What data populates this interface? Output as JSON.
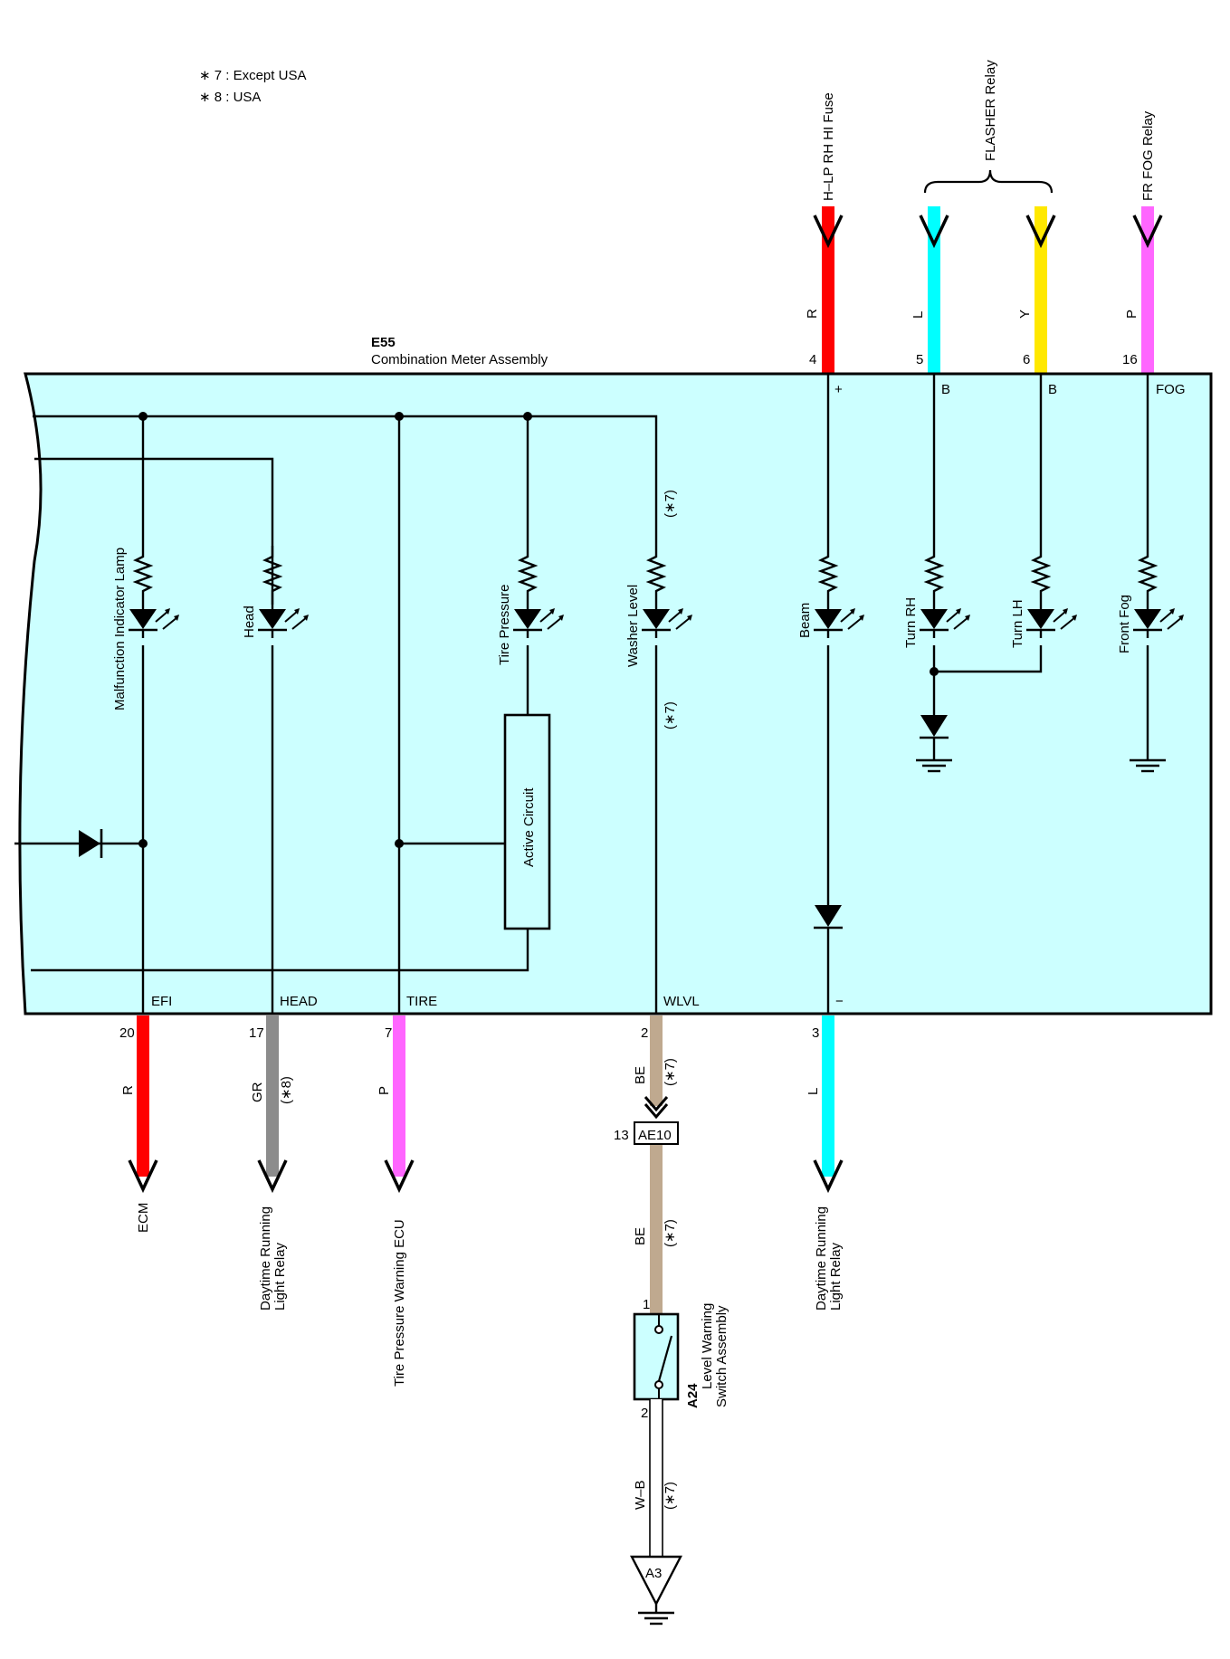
{
  "notes": [
    "∗ 7 : Except USA",
    "∗ 8 : USA"
  ],
  "meter": {
    "id": "E55",
    "name": "Combination Meter Assembly",
    "fill_color": "#CCFFFF",
    "lamps": {
      "malfunction": "Malfunction Indicator Lamp",
      "head": "Head",
      "tire": "Tire Pressure",
      "washer": "Washer Level",
      "beam": "Beam",
      "turn_rh": "Turn RH",
      "turn_lh": "Turn LH",
      "front_fog": "Front Fog"
    },
    "active_circuit": "Active Circuit",
    "top_pins": [
      {
        "num": "4",
        "name": "+"
      },
      {
        "num": "5",
        "name": "B"
      },
      {
        "num": "6",
        "name": "B"
      },
      {
        "num": "16",
        "name": "FOG"
      }
    ],
    "bottom_pins": [
      {
        "num": "20",
        "name": "EFI"
      },
      {
        "num": "17",
        "name": "HEAD"
      },
      {
        "num": "7",
        "name": "TIRE"
      },
      {
        "num": "2",
        "name": "WLVL"
      },
      {
        "num": "3",
        "name": "−"
      }
    ],
    "note_washer_top": "(∗7)",
    "note_washer_mid": "(∗7)"
  },
  "top_wires": [
    {
      "color_code": "R",
      "color": "#FF0000",
      "dest": "H–LP RH HI Fuse"
    },
    {
      "color_code": "L",
      "color": "#00FFFF"
    },
    {
      "color_code": "Y",
      "color": "#FFE800"
    },
    {
      "color_code": "P",
      "color": "#FF66FF",
      "dest": "FR FOG Relay"
    }
  ],
  "flasher_label": "FLASHER Relay",
  "bottom_wires": [
    {
      "color_code": "R",
      "color": "#FF0000",
      "dest": "ECM"
    },
    {
      "color_code": "GR",
      "color": "#8C8C8C",
      "note": "(∗8)",
      "dest_lines": [
        "Daytime Running",
        "Light Relay"
      ]
    },
    {
      "color_code": "P",
      "color": "#FF66FF",
      "dest": "Tire Pressure Warning ECU"
    },
    {
      "color_code": "L",
      "color": "#00FFFF",
      "dest_lines": [
        "Daytime Running",
        "Light Relay"
      ]
    }
  ],
  "washer_chain": {
    "color": "#BFA98F",
    "wire1_code": "BE",
    "wire1_note": "(∗7)",
    "connector": "AE10",
    "connector_pin": "13",
    "wire2_code": "BE",
    "wire2_note": "(∗7)",
    "switch_pin_top": "1",
    "switch_pin_bottom": "2",
    "switch_id": "A24",
    "switch_name_lines": [
      "Level Warning",
      "Switch Assembly"
    ],
    "wire3_code": "W–B",
    "wire3_note": "(∗7)",
    "ground_id": "A3"
  }
}
